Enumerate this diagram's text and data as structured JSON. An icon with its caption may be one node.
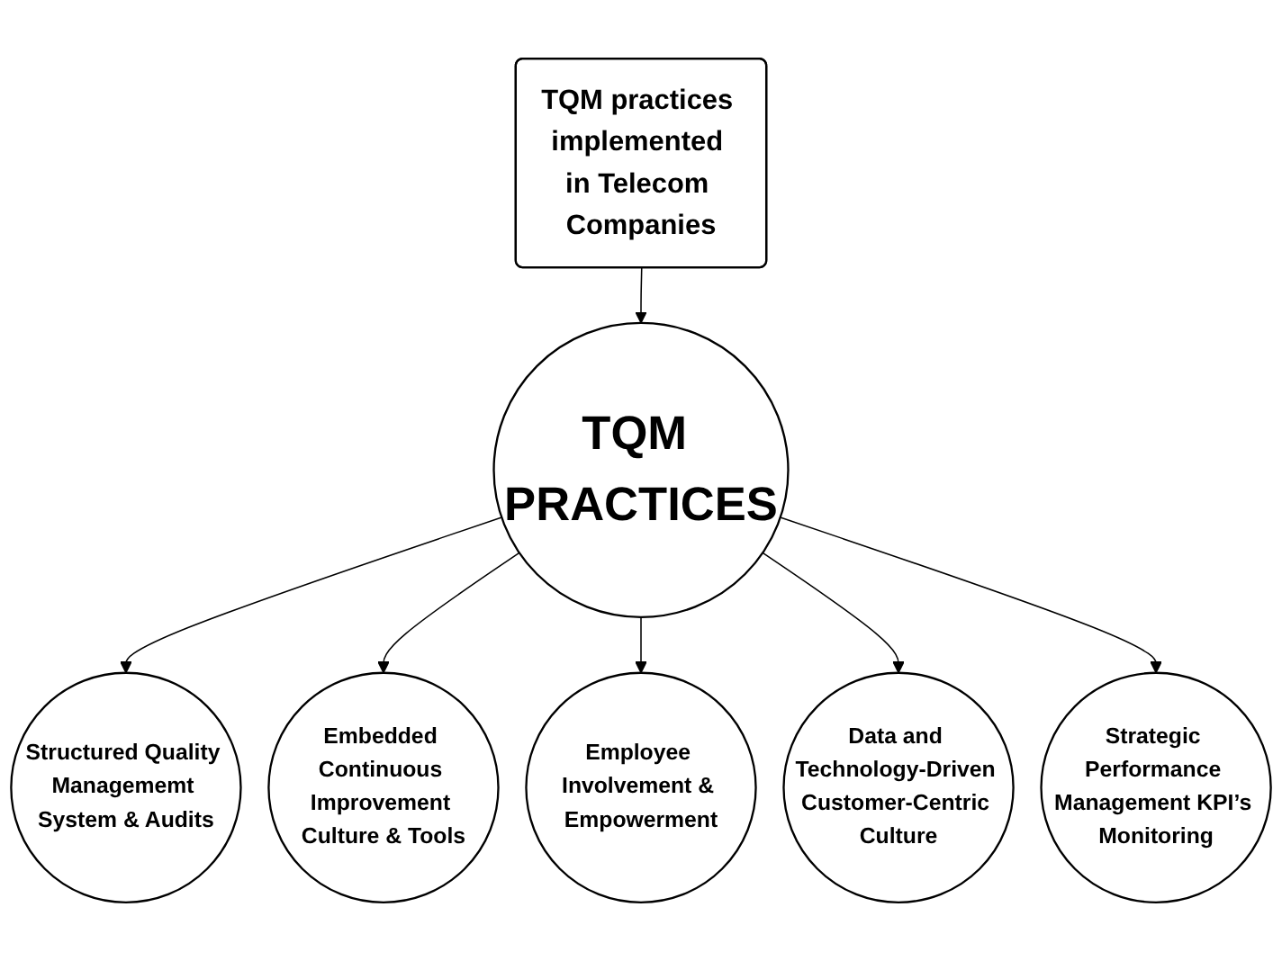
{
  "diagram": {
    "nodes": [
      {
        "text": [
          "TQM practices implemented in Telecom Companies"
        ]
      },
      {
        "text": [
          "TQM PRACTICES"
        ]
      },
      {
        "text": [
          "Structured Quality Managememt System & Audits"
        ]
      },
      {
        "text": [
          "Embedded Continuous Improvement Culture & Tools"
        ]
      },
      {
        "text": [
          "Employee Involvement & Empowerment"
        ]
      },
      {
        "text": [
          "Data and Technology-Driven Customer-Centric Culture"
        ]
      },
      {
        "text": [
          "Strategic Performance Management KPI’s Monitoring"
        ]
      }
    ],
    "edges": [
      {
        "from": 0,
        "to": 1,
        "arrow": "to"
      },
      {
        "from": 1,
        "to": 2,
        "arrow": "to"
      },
      {
        "from": 1,
        "to": 3,
        "arrow": "to"
      },
      {
        "from": 1,
        "to": 4,
        "arrow": "to"
      },
      {
        "from": 1,
        "to": 5,
        "arrow": "to"
      },
      {
        "from": 1,
        "to": 6,
        "arrow": "to"
      }
    ]
  }
}
